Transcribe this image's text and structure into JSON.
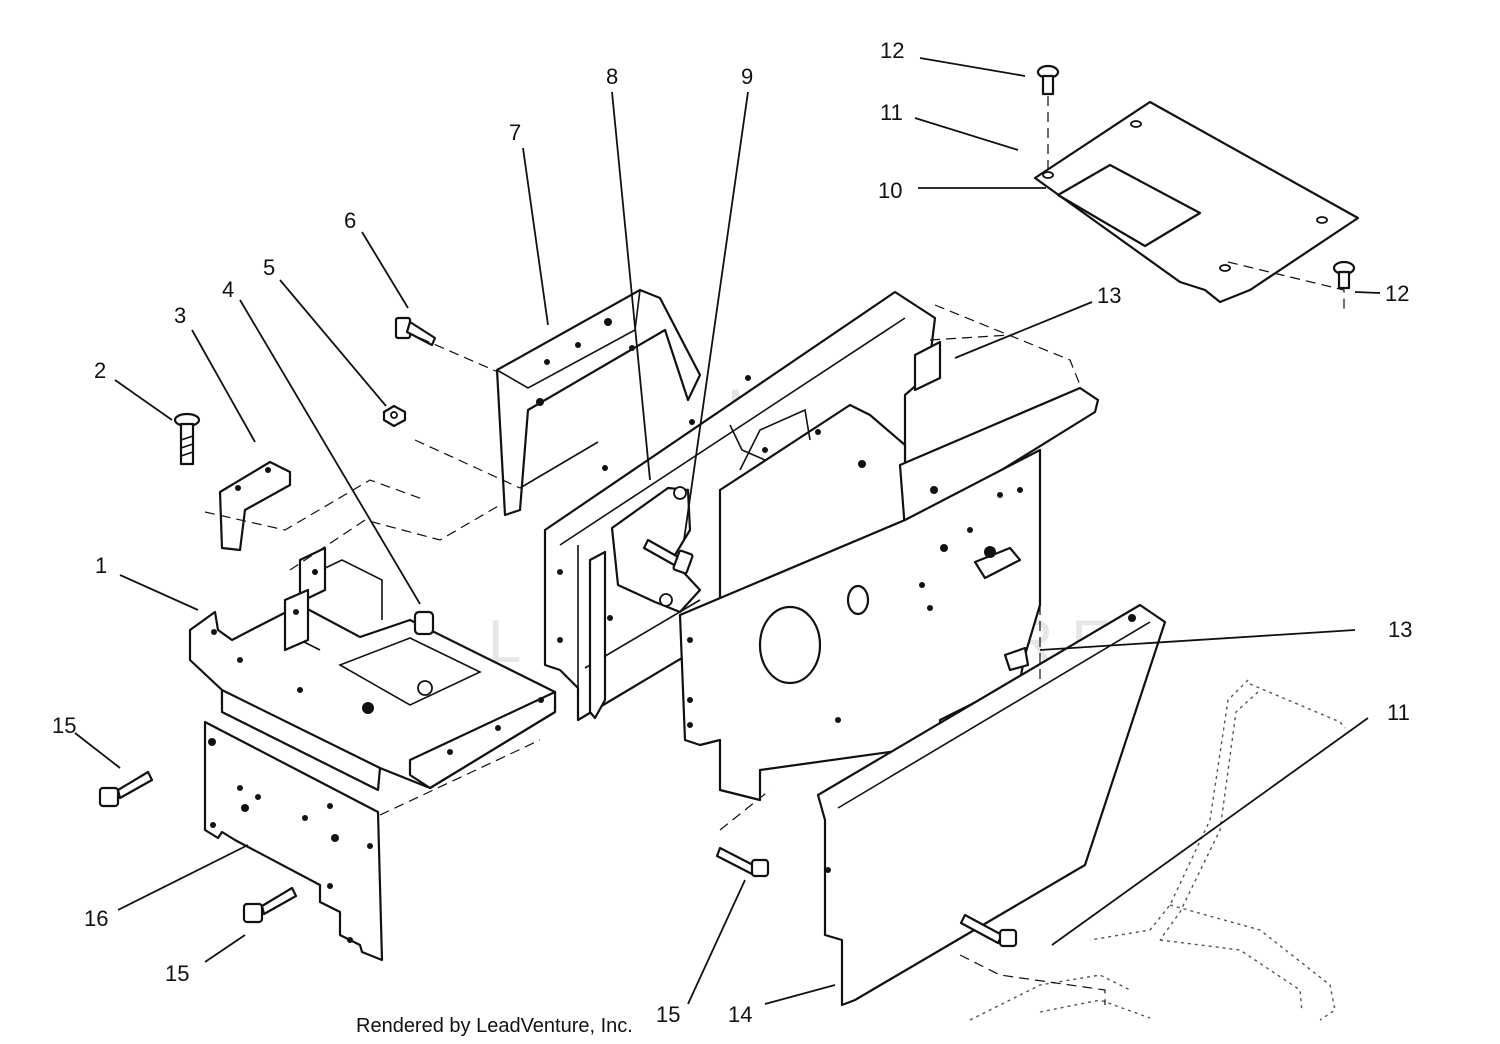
{
  "callouts": [
    {
      "num": "1"
    },
    {
      "num": "2"
    },
    {
      "num": "3"
    },
    {
      "num": "4"
    },
    {
      "num": "5"
    },
    {
      "num": "6"
    },
    {
      "num": "7"
    },
    {
      "num": "8"
    },
    {
      "num": "9"
    },
    {
      "num": "10"
    },
    {
      "num": "11"
    },
    {
      "num": "12"
    },
    {
      "num": "12"
    },
    {
      "num": "13"
    },
    {
      "num": "13"
    },
    {
      "num": "11"
    },
    {
      "num": "15"
    },
    {
      "num": "16"
    },
    {
      "num": "15"
    },
    {
      "num": "15"
    },
    {
      "num": "14"
    }
  ],
  "watermark": "LEADVENTURE",
  "credit": "Rendered by LeadVenture, Inc."
}
